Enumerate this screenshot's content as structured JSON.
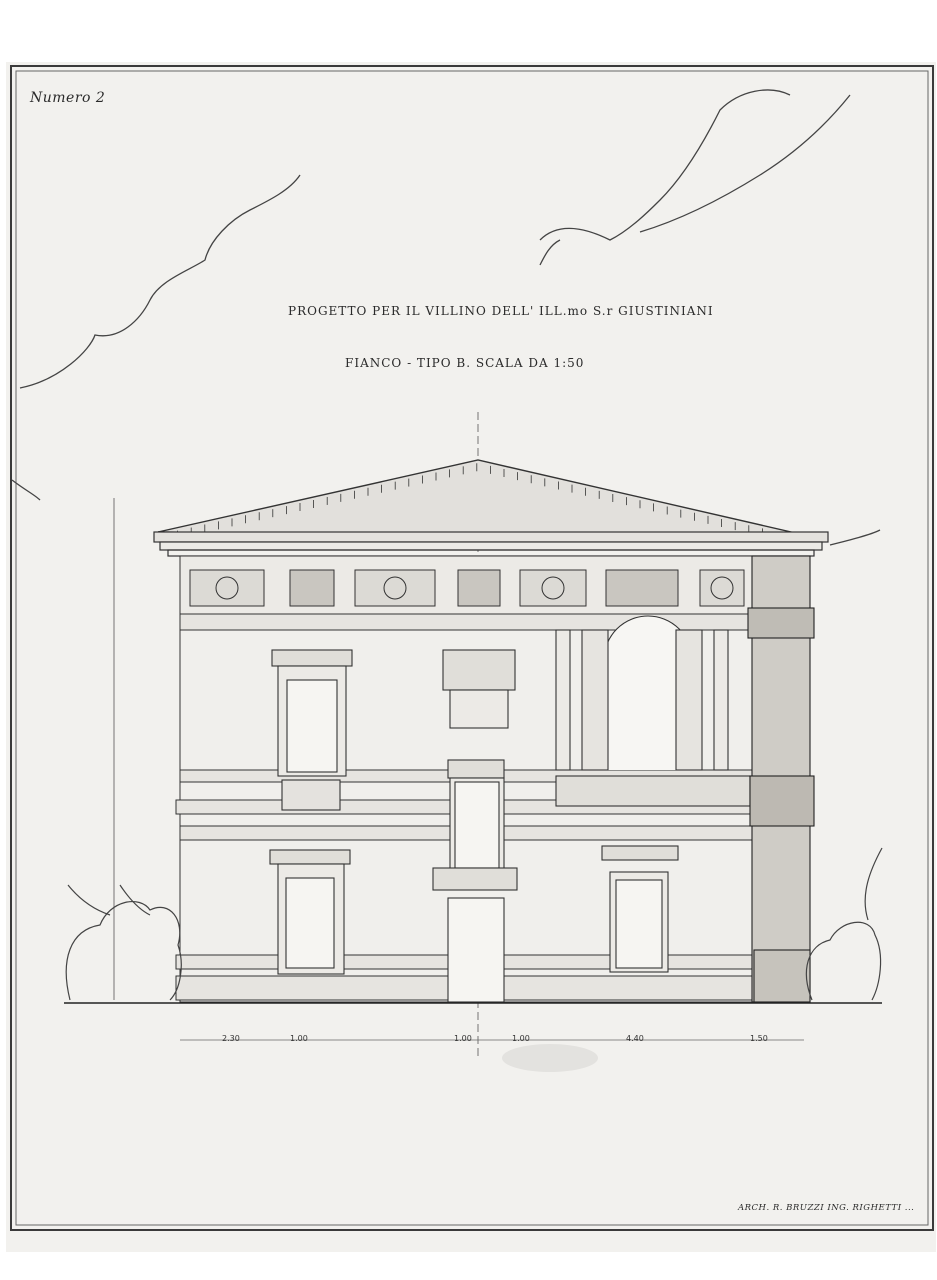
{
  "sheet": {
    "number_label": "Numero 2",
    "title": "PROGETTO PER IL VILLINO DELL' ILL.mo S.r GIUSTINIANI",
    "subtitle": "FIANCO - TIPO B. SCALA DA 1:50",
    "signature": "ARCH. R. BRUZZI ING. RIGHETTI ..."
  },
  "dimensions": [
    "2.30",
    "1.00",
    "1.00",
    "1.00",
    "4.40",
    "1.50"
  ],
  "colors": {
    "paper": "#f2f1ee",
    "ink": "#2a2a2a",
    "border": "#3a3a3a"
  }
}
